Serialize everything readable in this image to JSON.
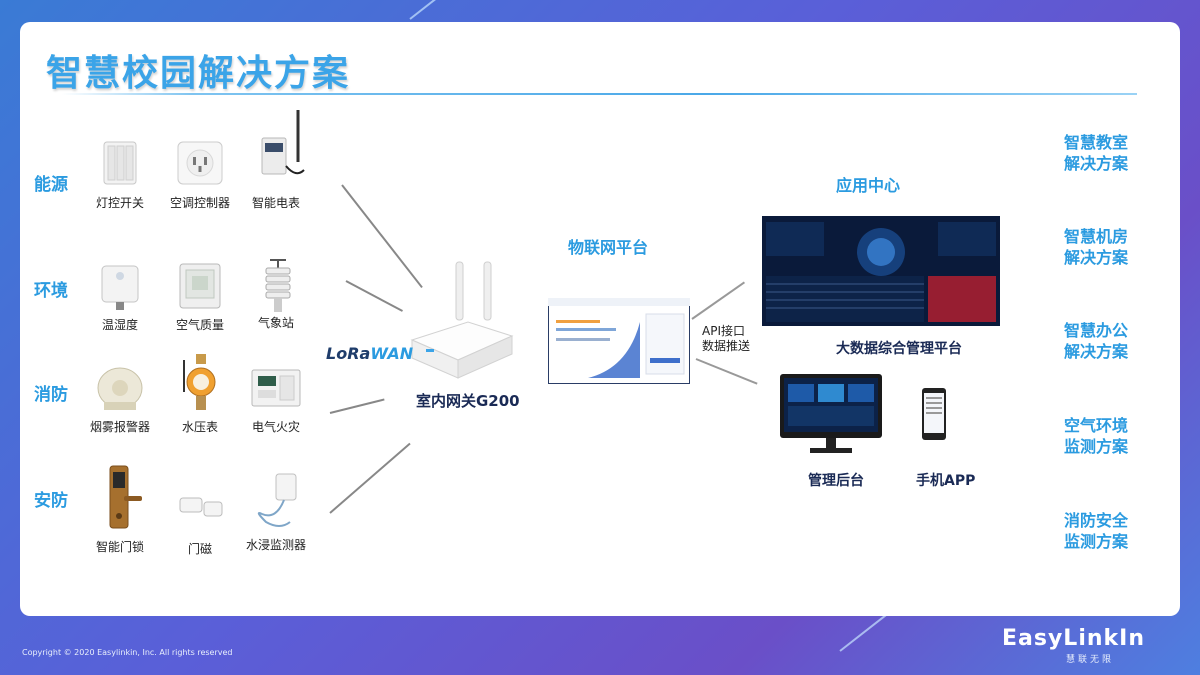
{
  "title": "智慧校园解决方案",
  "categories": [
    {
      "label": "能源",
      "devices": [
        "灯控开关",
        "空调控制器",
        "智能电表"
      ]
    },
    {
      "label": "环境",
      "devices": [
        "温湿度",
        "空气质量",
        "气象站"
      ]
    },
    {
      "label": "消防",
      "devices": [
        "烟雾报警器",
        "水压表",
        "电气火灾"
      ]
    },
    {
      "label": "安防",
      "devices": [
        "智能门锁",
        "门磁",
        "水浸监测器"
      ]
    }
  ],
  "protocol": {
    "lora": "LoRa",
    "wan": "WAN"
  },
  "gateway": "室内网关G200",
  "iot_platform": "物联网平台",
  "api": {
    "line1": "API接口",
    "line2": "数据推送"
  },
  "app_center": "应用中心",
  "bigdata": "大数据综合管理平台",
  "mgmt": "管理后台",
  "mobile": "手机APP",
  "solutions": [
    [
      "智慧教室",
      "解决方案"
    ],
    [
      "智慧机房",
      "解决方案"
    ],
    [
      "智慧办公",
      "解决方案"
    ],
    [
      "空气环境",
      "监测方案"
    ],
    [
      "消防安全",
      "监测方案"
    ]
  ],
  "footer": {
    "copyright": "Copyright © 2020 Easylinkin, Inc. All rights reserved",
    "logo": "EasyLinkIn",
    "logo_sub": "慧联无限"
  },
  "colors": {
    "accent": "#2b9be0",
    "title": "#3ba4e8",
    "dark": "#1a2a55"
  }
}
